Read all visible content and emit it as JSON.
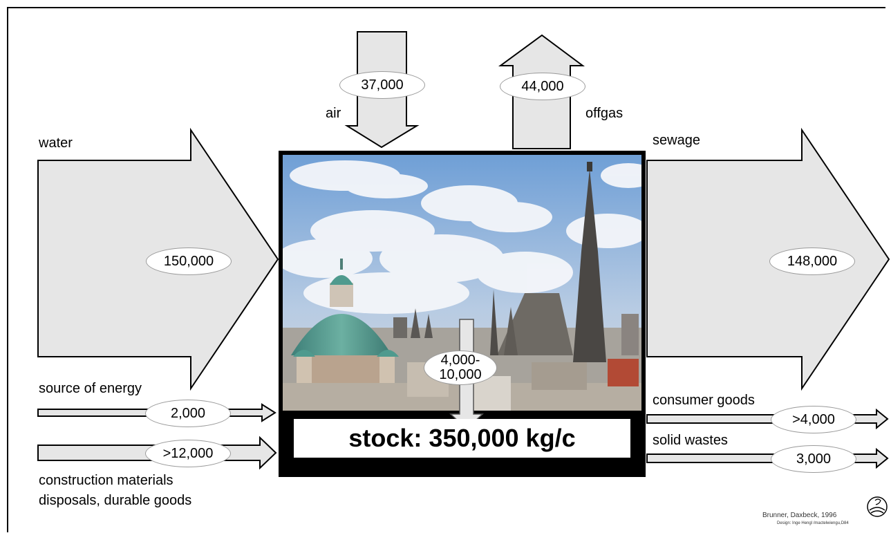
{
  "flows": {
    "air": {
      "label": "air",
      "value": "37,000"
    },
    "offgas": {
      "label": "offgas",
      "value": "44,000"
    },
    "water": {
      "label": "water",
      "value": "150,000"
    },
    "sewage": {
      "label": "sewage",
      "value": "148,000"
    },
    "energy": {
      "label": "source of energy",
      "value": "2,000"
    },
    "construction": {
      "label_line1": "construction materials",
      "label_line2": "disposals, durable goods",
      "value": ">12,000"
    },
    "consumer_goods": {
      "label": "consumer goods",
      "value": ">4,000"
    },
    "solid_wastes": {
      "label": "solid wastes",
      "value": "3,000"
    },
    "stock_addition": {
      "line1": "4,000-",
      "line2": "10,000"
    }
  },
  "stock_label": "stock: 350,000 kg/c",
  "credit": {
    "line1": "Brunner, Daxbeck, 1996",
    "line2": "Design: Inge Hengl /mactelwiengu,D84"
  },
  "colors": {
    "arrow_fill": "#e6e6e6",
    "outline": "#000000",
    "sky": "#8fb3dc",
    "dome": "#4f9a8e"
  }
}
